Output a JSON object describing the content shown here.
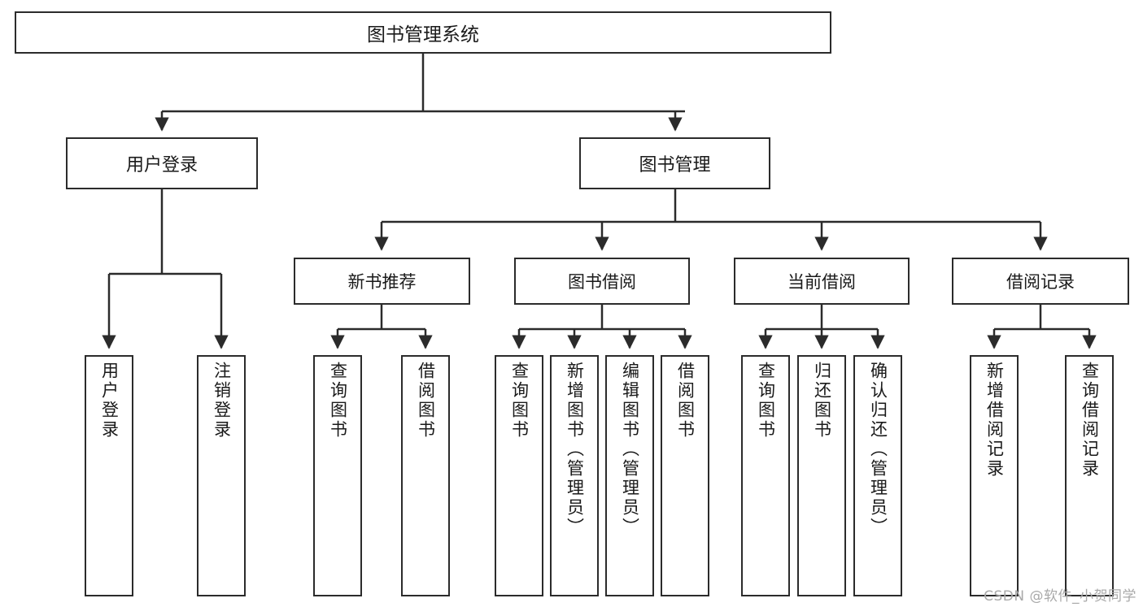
{
  "diagram": {
    "title": "图书管理系统",
    "type": "tree-hierarchy",
    "orientation": "top-down",
    "root": {
      "label": "图书管理系统"
    },
    "level2": [
      {
        "label": "用户登录"
      },
      {
        "label": "图书管理"
      }
    ],
    "level3": [
      {
        "label": "新书推荐"
      },
      {
        "label": "图书借阅"
      },
      {
        "label": "当前借阅"
      },
      {
        "label": "借阅记录"
      }
    ],
    "leaves": {
      "user_login": [
        {
          "label": "用户登录"
        },
        {
          "label": "注销登录"
        }
      ],
      "new_book_recommend": [
        {
          "label": "查询图书"
        },
        {
          "label": "借阅图书"
        }
      ],
      "book_borrow": [
        {
          "label": "查询图书"
        },
        {
          "label": "新增图书（管理员）"
        },
        {
          "label": "编辑图书（管理员）"
        },
        {
          "label": "借阅图书"
        }
      ],
      "current_borrow": [
        {
          "label": "查询图书"
        },
        {
          "label": "归还图书"
        },
        {
          "label": "确认归还（管理员）"
        }
      ],
      "borrow_record": [
        {
          "label": "新增借阅记录"
        },
        {
          "label": "查询借阅记录"
        }
      ]
    }
  },
  "watermark": {
    "text": "CSDN @软件_小贺同学"
  },
  "colors": {
    "stroke": "#2b2b2b",
    "background": "#ffffff",
    "text": "#1a1a1a",
    "watermark": "#a9a9a9"
  }
}
